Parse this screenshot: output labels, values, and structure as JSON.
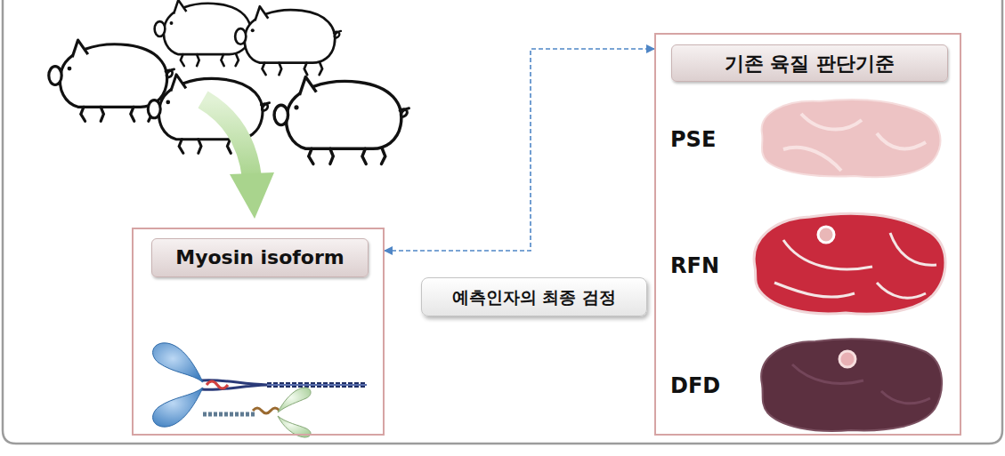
{
  "diagram": {
    "nodes": [
      {
        "text": [
          "Myosin isoform"
        ]
      },
      {
        "text": [
          "기존 육질 판단기준",
          "PSE",
          "RFN",
          "DFD"
        ]
      },
      {
        "text": [
          "예측인자의 최종 검정"
        ]
      }
    ],
    "edges": [
      {
        "from": 0,
        "to": 1,
        "arrow": "both"
      }
    ]
  }
}
